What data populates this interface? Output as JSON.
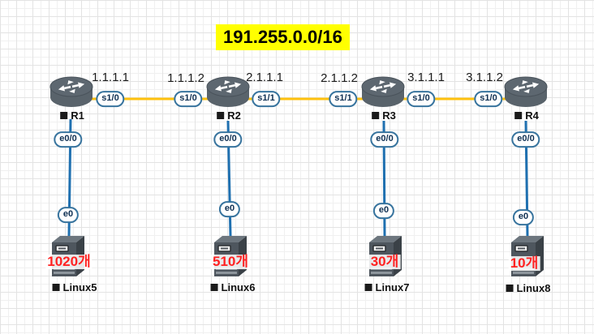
{
  "title": "191.255.0.0/16",
  "routers": [
    {
      "name": "R1"
    },
    {
      "name": "R2"
    },
    {
      "name": "R3"
    },
    {
      "name": "R4"
    }
  ],
  "hosts": [
    {
      "name": "Linux5",
      "count": "1020개"
    },
    {
      "name": "Linux6",
      "count": "510개"
    },
    {
      "name": "Linux7",
      "count": "30개"
    },
    {
      "name": "Linux8",
      "count": "10개"
    }
  ],
  "ip_labels": [
    "1.1.1.1",
    "1.1.1.2",
    "2.1.1.1",
    "2.1.1.2",
    "3.1.1.1",
    "3.1.1.2"
  ],
  "serial_ifaces": [
    "s1/0",
    "s1/0",
    "s1/1",
    "s1/1",
    "s1/0",
    "s1/0"
  ],
  "eth_router_if": "e0/0",
  "eth_host_if": "e0",
  "colors": {
    "serial_link": "#ffc20e",
    "ethernet_link": "#1f70b0",
    "count_text": "#ff2222",
    "title_bg": "#ffff00",
    "pill_border": "#38749e",
    "device_gray": "#5d6770"
  }
}
